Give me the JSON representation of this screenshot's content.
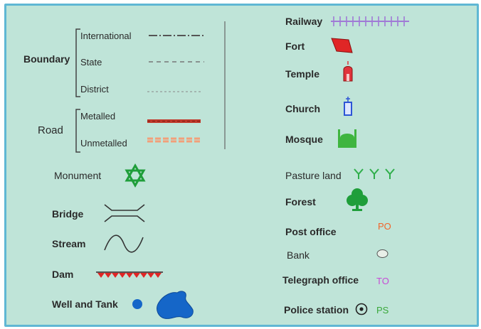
{
  "legend": {
    "boundary": {
      "label": "Boundary",
      "items": [
        {
          "label": "International",
          "icon": "international-boundary-line-icon"
        },
        {
          "label": "State",
          "icon": "state-boundary-line-icon"
        },
        {
          "label": "District",
          "icon": "district-boundary-line-icon"
        }
      ]
    },
    "road": {
      "label": "Road",
      "items": [
        {
          "label": "Metalled",
          "icon": "metalled-road-icon"
        },
        {
          "label": "Unmetalled",
          "icon": "unmetalled-road-icon"
        }
      ]
    },
    "left_items": [
      {
        "label": "Monument",
        "icon": "star-of-david-icon"
      },
      {
        "label": "Bridge",
        "icon": "bridge-icon"
      },
      {
        "label": "Stream",
        "icon": "stream-wave-icon"
      },
      {
        "label": "Dam",
        "icon": "dam-icon"
      },
      {
        "label": "Well and Tank",
        "icon": "well-and-tank-icon"
      }
    ],
    "right_items": [
      {
        "label": "Railway",
        "icon": "railway-track-icon"
      },
      {
        "label": "Fort",
        "icon": "fort-icon"
      },
      {
        "label": "Temple",
        "icon": "temple-icon"
      },
      {
        "label": "Church",
        "icon": "church-icon"
      },
      {
        "label": "Mosque",
        "icon": "mosque-icon"
      },
      {
        "label": "Pasture land",
        "icon": "pasture-grass-icon"
      },
      {
        "label": "Forest",
        "icon": "tree-icon"
      },
      {
        "label": "Post office",
        "symbol_text": "PO"
      },
      {
        "label": "Bank",
        "icon": "bank-oval-icon"
      },
      {
        "label": "Telegraph office",
        "symbol_text": "TO"
      },
      {
        "label": "Police station",
        "symbol_text": "PS",
        "icon": "police-station-dot-icon"
      }
    ]
  },
  "colors": {
    "background": "#bfe4d8",
    "frame_border": "#5fb7d4",
    "railway": "#a07ad6",
    "fort": "#e02626",
    "temple": "#e0343c",
    "church": "#2d55d6",
    "mosque": "#3fb540",
    "pasture": "#2fae4a",
    "forest": "#1f9e3a",
    "post_office": "#f2642a",
    "telegraph_office": "#c74bd6",
    "police_station": "#3aa83a",
    "well_tank": "#1566c8",
    "dam": "#e02626",
    "metalled_road": "#c0392b",
    "unmetalled_road": "#f2a07a"
  }
}
